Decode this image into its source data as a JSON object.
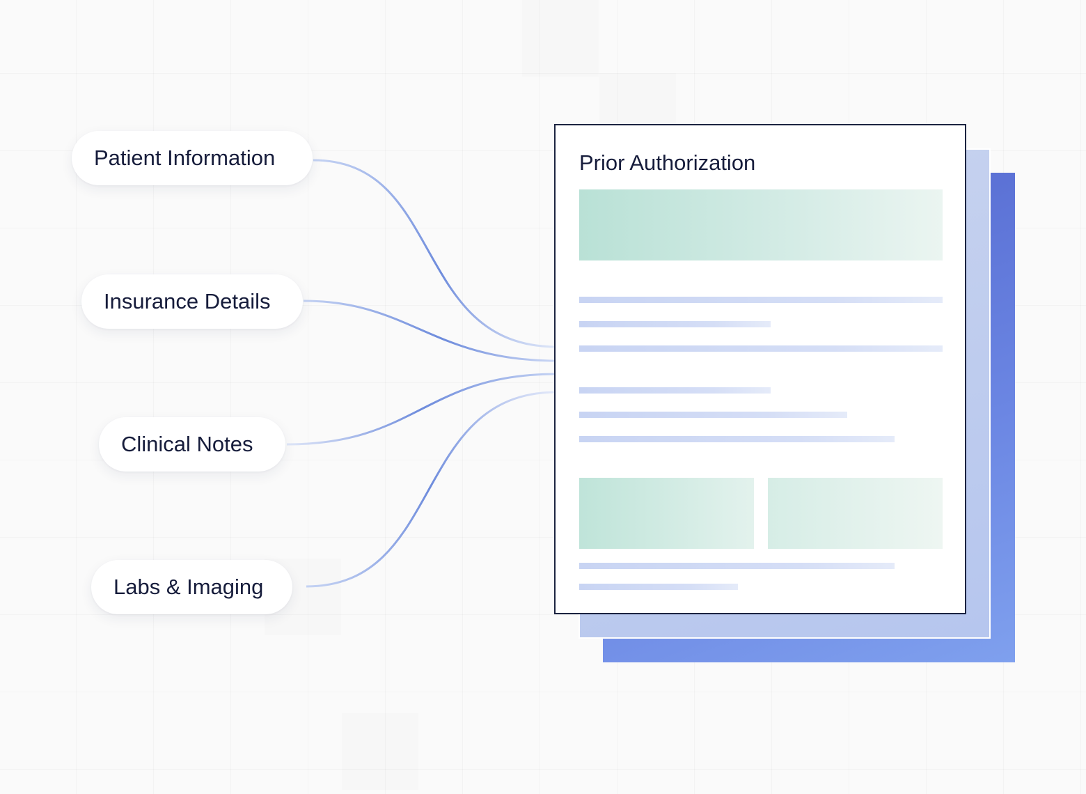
{
  "sources": [
    {
      "label": "Patient Information"
    },
    {
      "label": "Insurance Details"
    },
    {
      "label": "Clinical Notes"
    },
    {
      "label": "Labs & Imaging"
    }
  ],
  "document": {
    "title": "Prior Authorization"
  },
  "colors": {
    "text": "#161c3b",
    "document_border": "#1b2340",
    "connector": "#6d8bdc",
    "stack_back": "#5a70d6",
    "stack_mid": "#bfccef",
    "placeholder_green": "#c4e6dc",
    "placeholder_line": "#cfdaf4"
  }
}
